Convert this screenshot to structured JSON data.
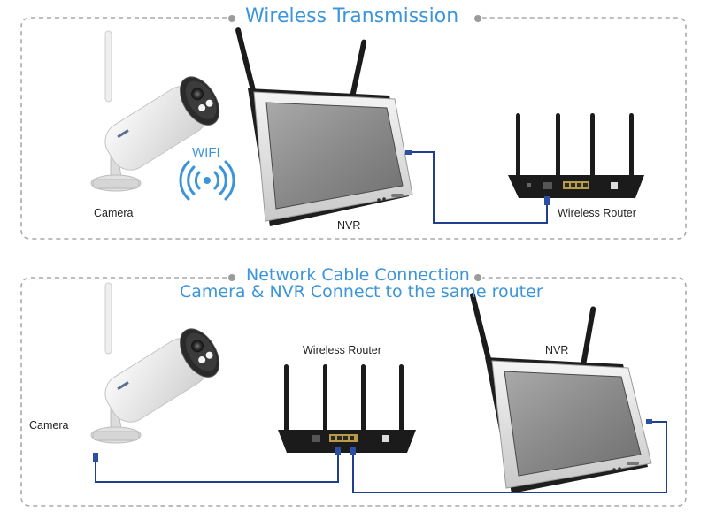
{
  "section1": {
    "title": "Wireless Transmission",
    "camera_label": "Camera",
    "nvr_label": "NVR",
    "router_label": "Wireless Router",
    "wifi_label": "WIFI"
  },
  "section2": {
    "title": "Network Cable Connection",
    "subtitle": "Camera & NVR Connect to the same router",
    "camera_label": "Camera",
    "router_label": "Wireless Router",
    "nvr_label": "NVR"
  },
  "colors": {
    "accent": "#3d95d9",
    "dashed_border": "#a9a9a9",
    "cable": "#1f3f8f",
    "device_dark": "#1b1b1b",
    "camera_body": "#e9e9e9"
  },
  "icons": [
    "camera-icon",
    "nvr-monitor-icon",
    "router-icon",
    "wifi-signal-icon",
    "antenna-icon"
  ]
}
